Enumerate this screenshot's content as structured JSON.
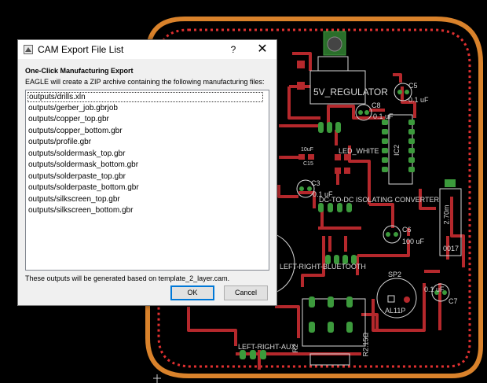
{
  "dialog": {
    "title": "CAM Export File List",
    "help_label": "?",
    "close_label": "✕",
    "heading": "One-Click Manufacturing Export",
    "description": "EAGLE will create a ZIP archive containing the following manufacturing files:",
    "files": [
      "outputs/drills.xln",
      "outputs/gerber_job.gbrjob",
      "outputs/copper_top.gbr",
      "outputs/copper_bottom.gbr",
      "outputs/profile.gbr",
      "outputs/soldermask_top.gbr",
      "outputs/soldermask_bottom.gbr",
      "outputs/solderpaste_top.gbr",
      "outputs/solderpaste_bottom.gbr",
      "outputs/silkscreen_top.gbr",
      "outputs/silkscreen_bottom.gbr"
    ],
    "footer": "These outputs will be generated based on template_2_layer.cam.",
    "ok_label": "OK",
    "cancel_label": "Cancel"
  },
  "board": {
    "labels": {
      "regulator": "5V_REGULATOR",
      "c5": "C5",
      "c5_value": "0.1 uF",
      "c8": "C8",
      "c8_value": "0.1 uF",
      "ic2": "IC2",
      "led": "LED_WHITE",
      "c15_value": "10uF",
      "c15": "C15",
      "c3": "C3",
      "c3_value": "0.1 uF",
      "converter": "DC-TO-DC ISOLATING CONVERTER",
      "c6": "C6",
      "c6_value": "100 uF",
      "resistor_value": "2.70m",
      "resistor_code": "0017",
      "bluetooth": "LEFT-RIGHT-BLUETOOTH",
      "sp2": "SP2",
      "speaker": "AL11P",
      "c7": "C7",
      "c7_value": "0.1 uF",
      "aux": "LEFT-RIGHT-AUX",
      "r2": "R2",
      "r2_value": "R2.15Ω"
    },
    "colors": {
      "board_outline": "#d9822b",
      "copper_trace": "#b5282c",
      "pad_green": "#3c9a3c",
      "silkscreen": "#d8d8d8"
    }
  }
}
